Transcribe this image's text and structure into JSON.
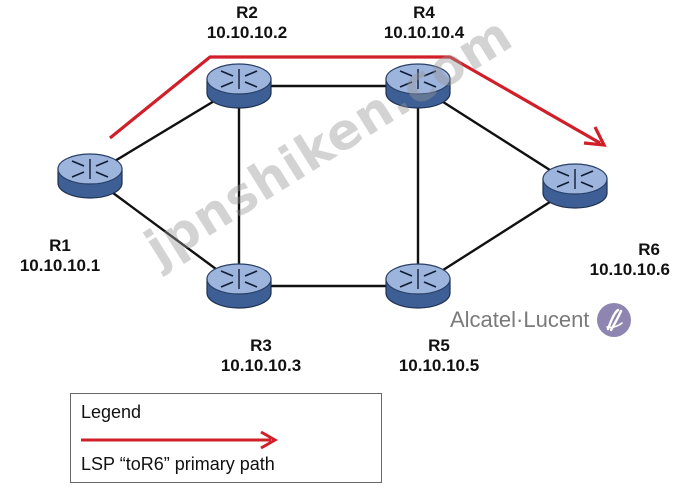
{
  "nodes": [
    {
      "id": "r1",
      "name": "R1",
      "ip": "10.10.10.1"
    },
    {
      "id": "r2",
      "name": "R2",
      "ip": "10.10.10.2"
    },
    {
      "id": "r3",
      "name": "R3",
      "ip": "10.10.10.3"
    },
    {
      "id": "r4",
      "name": "R4",
      "ip": "10.10.10.4"
    },
    {
      "id": "r5",
      "name": "R5",
      "ip": "10.10.10.5"
    },
    {
      "id": "r6",
      "name": "R6",
      "ip": "10.10.10.6"
    }
  ],
  "links": [
    [
      "r1",
      "r2"
    ],
    [
      "r1",
      "r3"
    ],
    [
      "r2",
      "r4"
    ],
    [
      "r2",
      "r3"
    ],
    [
      "r3",
      "r5"
    ],
    [
      "r4",
      "r5"
    ],
    [
      "r4",
      "r6"
    ],
    [
      "r5",
      "r6"
    ]
  ],
  "primary_path": [
    "r1",
    "r2",
    "r4",
    "r6"
  ],
  "legend": {
    "title": "Legend",
    "entry": "LSP “toR6” primary path"
  },
  "brand": {
    "text": "Alcatel·Lucent"
  },
  "watermark": "jpnshiken.com",
  "colors": {
    "router_fill": "#6d88b8",
    "router_top": "#9db4dc",
    "link": "#111111",
    "path": "#d11f2a",
    "brand_logo": "#8e86b0"
  },
  "icons": {
    "router": "router-icon",
    "brand": "alcatel-lucent-logo"
  }
}
